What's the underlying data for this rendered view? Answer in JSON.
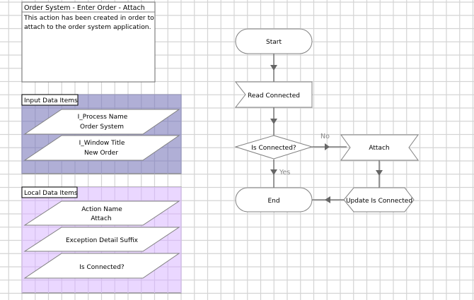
{
  "description_box": {
    "title": "Order System - Enter Order - Attach",
    "lines": [
      "This action has been created in order to",
      "attach to the order system application."
    ]
  },
  "input_data": {
    "label": "Input Data Items",
    "color": "#b0afd6",
    "items": [
      {
        "lines": [
          "I_Process Name",
          "Order System"
        ]
      },
      {
        "lines": [
          "I_Window Title",
          "New Order"
        ]
      }
    ]
  },
  "local_data": {
    "label": "Local Data Items",
    "color": "#ead7ff",
    "items": [
      {
        "lines": [
          "Action Name",
          "Attach"
        ]
      },
      {
        "lines": [
          "Exception Detail Suffix"
        ]
      },
      {
        "lines": [
          "Is Connected?"
        ]
      }
    ]
  },
  "flow": {
    "start": "Start",
    "read": "Read Connected",
    "decision": "Is Connected?",
    "attach": "Attach",
    "update": "Update Is Connected",
    "end": "End",
    "no_label": "No",
    "yes_label": "Yes"
  },
  "colors": {
    "grid": "#d4d4d4",
    "stroke": "#808080",
    "line": "#666666"
  }
}
